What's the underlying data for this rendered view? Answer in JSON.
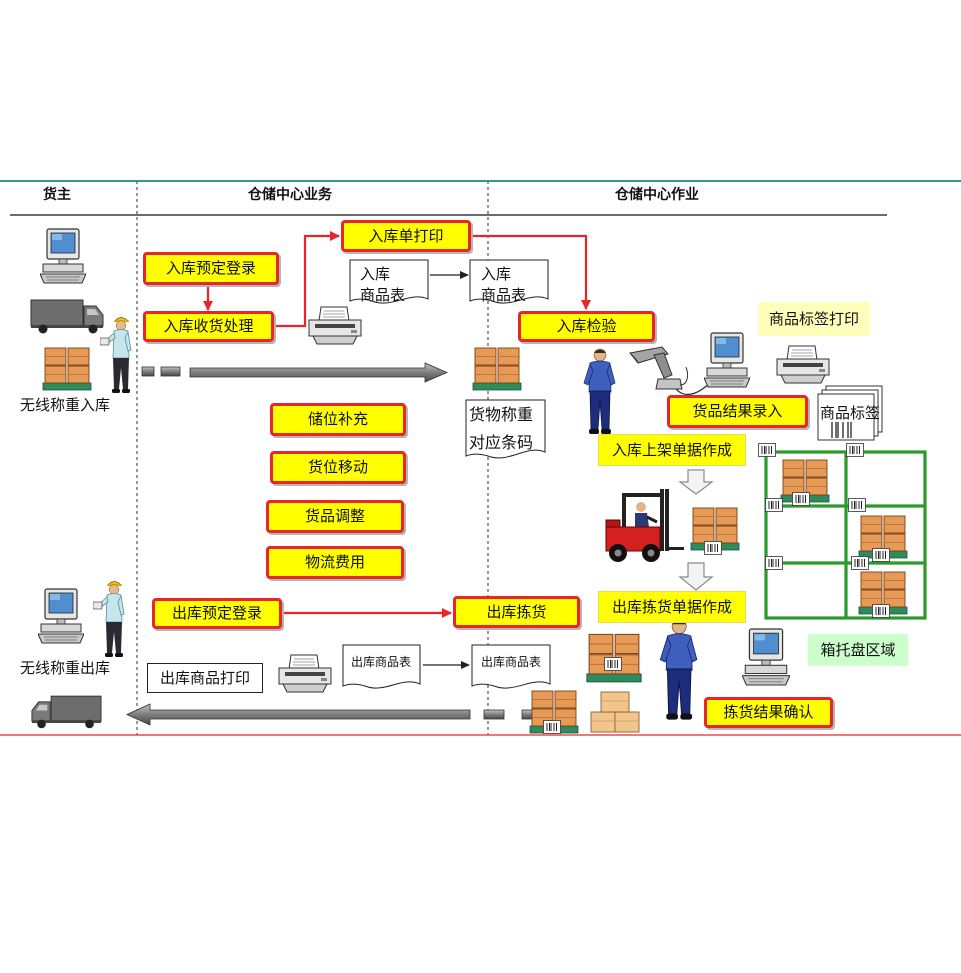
{
  "header": {
    "owner_lane": "货主",
    "business_lane": "仓储中心业务",
    "operations_lane": "仓储中心作业"
  },
  "inbound": {
    "owner_caption": "无线称重入库",
    "reservation": "入库预定登录",
    "receiving": "入库收货处理",
    "slip_print": "入库单打印",
    "slip_document": [
      "入库",
      "商品表"
    ],
    "slip_document_copy": [
      "入库",
      "商品表"
    ],
    "inspection": "入库检验",
    "weighing_document": [
      "货物称重",
      "对应条码"
    ],
    "label_print": "商品标签打印",
    "label_sheet": "商品标签",
    "result_entry": "货品结果录入",
    "putaway_docs": "入库上架单据作成"
  },
  "center_tasks": [
    "储位补充",
    "货位移动",
    "货品调整",
    "物流费用"
  ],
  "outbound": {
    "owner_caption": "无线称重出库",
    "reservation": "出库预定登录",
    "picking": "出库拣货",
    "list_print": "出库商品打印",
    "list_document": "出库商品表",
    "list_document_copy": "出库商品表",
    "picking_docs": "出库拣货单据作成",
    "picking_confirm": "拣货结果确认"
  },
  "storage": {
    "pallet_area": "箱托盘区域"
  },
  "icons": [
    "computer-icon",
    "truck-icon",
    "owner-worker-icon",
    "warehouse-worker-icon",
    "pallet-boxes-icon",
    "printer-icon",
    "barcode-scanner-icon",
    "forklift-icon",
    "cardboard-boxes-icon",
    "barcode-tag-icon",
    "label-sheets-icon",
    "storage-rack-icon"
  ],
  "colors": {
    "task_fill": "#ffff00",
    "task_border": "#e8262a",
    "flow_arrow": "#e8262a",
    "rack": "#2a9a2a",
    "lane_rule": "#2e9c8c",
    "zone_fill": "#ccffcc",
    "label_fill": "#ffffbb"
  }
}
